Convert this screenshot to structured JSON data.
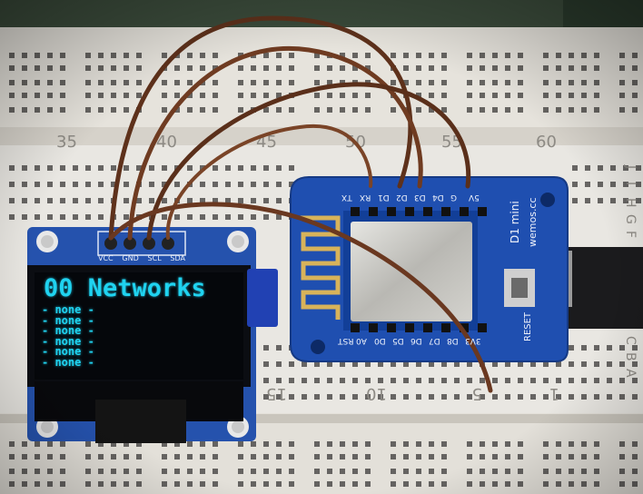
{
  "breadboard": {
    "top_numbers": [
      "35",
      "40",
      "45",
      "50",
      "55",
      "60"
    ],
    "bottom_numbers": [
      "15",
      "10",
      "5",
      "1"
    ],
    "row_letters_top": [
      "J",
      "I",
      "H",
      "G",
      "F"
    ],
    "row_letters_bottom": [
      "C",
      "B",
      "A"
    ]
  },
  "oled_module": {
    "pin_labels": [
      "VCC",
      "GND",
      "SCL",
      "SDA"
    ],
    "screen": {
      "headline": "00 Networks",
      "lines": [
        "- none -",
        "- none -",
        "- none -",
        "- none -",
        "- none -",
        "- none -"
      ]
    }
  },
  "d1_mini": {
    "top_pins": [
      "TX",
      "RX",
      "D1",
      "D2",
      "D3",
      "D4",
      "G",
      "5V"
    ],
    "bottom_pins": [
      "RST",
      "A0",
      "D0",
      "D5",
      "D6",
      "D7",
      "D8",
      "3V3"
    ],
    "brand_line1": "D1 mini",
    "brand_line2": "wemos.cc",
    "reset_label": "RESET"
  },
  "colors": {
    "pcb_blue": "#1f4fb0",
    "wire_brown": "#6b3a22",
    "oled_text": "#1fd3f0",
    "breadboard": "#e8e6e1"
  }
}
